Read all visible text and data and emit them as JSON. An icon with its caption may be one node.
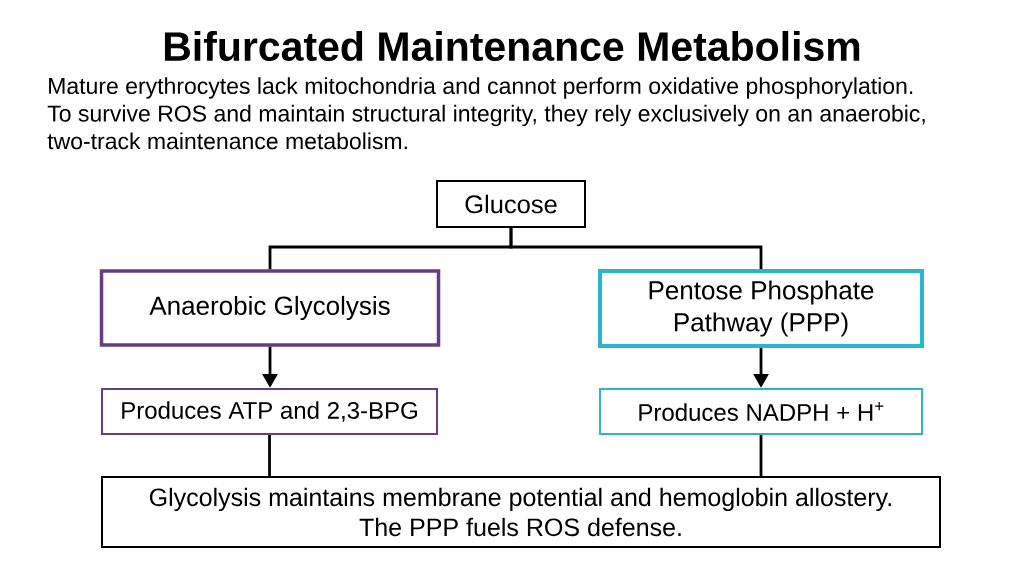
{
  "diagram": {
    "title": "Bifurcated Maintenance Metabolism",
    "nodes": [
      {
        "text": [
          "Glucose"
        ]
      },
      {
        "text": [
          "Anaerobic Glycolysis"
        ]
      },
      {
        "text": [
          "Pentose Phosphate Pathway (PPP)"
        ]
      },
      {
        "text": [
          "Produces ATP and 2,3-BPG"
        ]
      },
      {
        "text": [
          "Produces NADPH + H$^{+}$"
        ]
      },
      {
        "text": [
          "Glycolysis maintains membrane potential and hemoglobin allostery. The PPP fuels ROS defense."
        ]
      }
    ],
    "edges": [
      {
        "from": 0,
        "to": 1,
        "arrow": "none"
      },
      {
        "from": 0,
        "to": 2,
        "arrow": "none"
      },
      {
        "from": 1,
        "to": 3,
        "arrow": "to"
      },
      {
        "from": 2,
        "to": 4,
        "arrow": "to"
      },
      {
        "from": 3,
        "to": 5,
        "arrow": "none"
      },
      {
        "from": 4,
        "to": 5,
        "arrow": "none"
      }
    ],
    "labels": [
      "Mature erythrocytes lack mitochondria and cannot perform oxidative phosphorylation. To survive ROS and maintain structural integrity, they rely exclusively on an anaerobic, two-track maintenance metabolism."
    ]
  }
}
